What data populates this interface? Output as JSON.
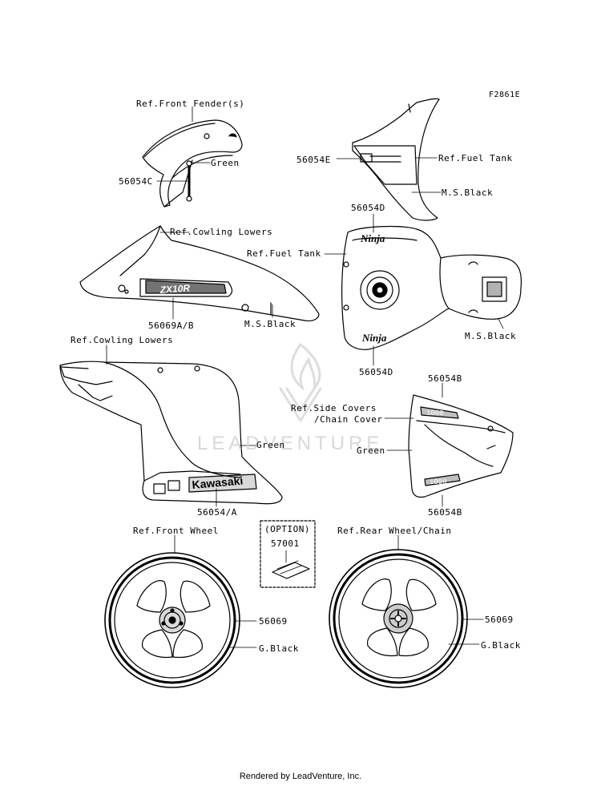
{
  "figure_code": "F2861E",
  "watermark": "LEADVENTURE",
  "footer": "Rendered by LeadVenture, Inc.",
  "decal_text": {
    "zx10r": "ZX10R",
    "kawasaki": "Kawasaki",
    "ninja": "Ninja",
    "model_1000": "1000"
  },
  "callouts": {
    "ref_front_fender": "Ref.Front Fender(s)",
    "green_fender": "Green",
    "p56054c": "56054C",
    "ref_fuel_tank_top": "Ref.Fuel Tank",
    "p56054e": "56054E",
    "ms_black_top": "M.S.Black",
    "p56054d_top": "56054D",
    "ref_cowling_lowers_1": "Ref.Cowling Lowers",
    "ref_fuel_tank": "Ref.Fuel Tank",
    "p56069ab": "56069A/B",
    "ms_black_cowl": "M.S.Black",
    "ms_black_tank": "M.S.Black",
    "p56054d_bottom": "56054D",
    "ref_cowling_lowers_2": "Ref.Cowling Lowers",
    "p56054b_top": "56054B",
    "ref_side_covers": "Ref.Side Covers",
    "chain_cover": "/Chain Cover",
    "green_cowl": "Green",
    "green_side": "Green",
    "p56054a": "56054/A",
    "p56054b_bottom": "56054B",
    "ref_front_wheel": "Ref.Front Wheel",
    "option": "(OPTION)",
    "p57001": "57001",
    "ref_rear_wheel": "Ref.Rear Wheel/Chain",
    "p56069_front": "56069",
    "g_black_front": "G.Black",
    "p56069_rear": "56069",
    "g_black_rear": "G.Black"
  }
}
